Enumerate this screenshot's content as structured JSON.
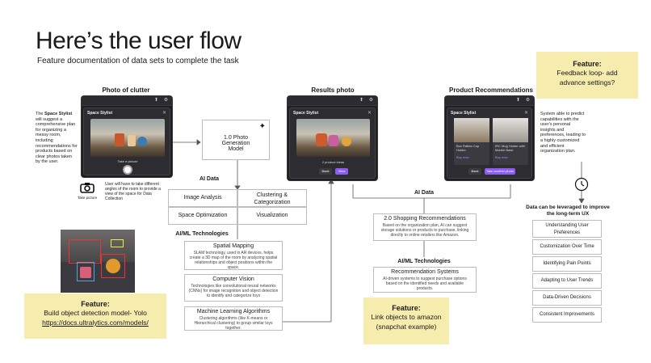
{
  "header": {
    "title": "Here’s the user flow",
    "subtitle": "Feature documentation of data sets to complete the task"
  },
  "sections": {
    "photo_of_clutter": "Photo of clutter",
    "results_photo": "Results photo",
    "product_recommendations": "Product Recommendations"
  },
  "app": {
    "name": "Space Stylist",
    "take_picture": "Take a picture",
    "products_ideas": "2 product ideas",
    "back": "Back",
    "view": "View",
    "take_another": "Take another photo",
    "product1": "Box Rattan Cup Holder",
    "product2": "IRC Mug Holder with Marble Base",
    "buy_now": "Buy now"
  },
  "left_note": {
    "prefix": "The ",
    "app_name": "Space Stylist",
    "suffix": " will suggest a comprehensive plan for organizing a messy room, including recommendations for products based on clear photos taken by the user."
  },
  "take_picture_caption": "Take picture",
  "angles_note": "User will have to take different angles of the room to provide a view of the space for Data Collection",
  "photo_gen": {
    "title": "1.0 Photo Generation Model"
  },
  "ai_data_1": {
    "label": "AI Data",
    "cells": [
      "Image Analysis",
      "Clustering & Categorization",
      "Space Optimization",
      "Visualization"
    ]
  },
  "aiml_1": {
    "label": "AI/ML Technologies",
    "items": [
      {
        "title": "Spatial Mapping",
        "desc": "SLAM technology, used in AR devices, helps create a 3D map of the room by analyzing spatial relationships and object positions within the space."
      },
      {
        "title": "Computer Vision",
        "desc": "Technologies like convolutional neural networks (CNNs) for image recognition and object detection to identify and categorize toys"
      },
      {
        "title": "Machine Learning Algorithms",
        "desc": "Clustering algorithms (like K-means or Hierarchical clustering) to group similar toys together."
      }
    ]
  },
  "ai_data_2": {
    "label": "AI Data"
  },
  "shopping": {
    "title": "2.0 Shopping Recommendations",
    "desc": "Based on the organization plan, AI can suggest storage solutions or products to purchase, linking directly to online retailers like Amazon."
  },
  "aiml_2": {
    "label": "AI/ML Technologies",
    "title": "Recommendation Systems",
    "desc": "AI-driven systems to suggest purchase options based on the identified needs and available products."
  },
  "right_note": "System able to predict capabilities with the user's personal insights and preferences, leading to a highly customized and efficient organization plan.",
  "feature_feedback": {
    "title": "Feature:",
    "body": "Feedback loop- add advance settings?"
  },
  "feature_yolo": {
    "title": "Feature:",
    "body": "Build object detection model- Yolo",
    "link": "https://docs.ultralytics.com/models/"
  },
  "feature_amazon": {
    "title": "Feature:",
    "body": "Link objects to amazon (snapchat example)"
  },
  "long_term": {
    "heading": "Data can be leveraged to improve the long-term UX",
    "items": [
      "Understanding User Preferences",
      "Customization Over Time",
      "Identifying Pain Points",
      "Adapting to User Trends",
      "Data-Driven Decisions",
      "Consistent Improvements"
    ]
  },
  "icons": [
    "camera-icon",
    "sparkle-icon",
    "clock-icon",
    "close-icon",
    "upload-icon",
    "gear-icon"
  ],
  "colors": {
    "feature_bg": "#f6ecae",
    "accent_purple": "#8b5cf6",
    "dark_ui": "#1f1f23"
  }
}
